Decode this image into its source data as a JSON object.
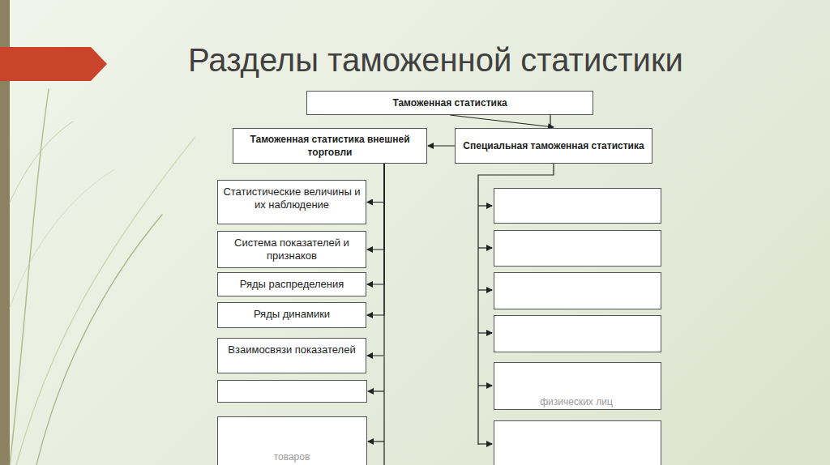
{
  "diagram": {
    "title": "Разделы таможенной статистики",
    "nodes": [
      {
        "text": [
          "Таможенная статистика"
        ]
      },
      {
        "text": [
          "Таможенная статистика внешней торговли"
        ]
      },
      {
        "text": [
          "Специальная таможенная статистика"
        ]
      },
      {
        "text": [
          "Статистические величины и их наблюдение"
        ]
      },
      {
        "text": [
          "Система показателей и признаков"
        ]
      },
      {
        "text": [
          "Ряды распределения"
        ]
      },
      {
        "text": [
          "Ряды динамики"
        ]
      },
      {
        "text": [
          "Взаимосвязи показателей"
        ]
      }
    ],
    "edges": [
      {
        "from": 0,
        "to": 1,
        "arrow": "to"
      },
      {
        "from": 0,
        "to": 2,
        "arrow": "to"
      },
      {
        "from": 1,
        "to": 3,
        "arrow": "to"
      },
      {
        "from": 1,
        "to": 4,
        "arrow": "to"
      },
      {
        "from": 1,
        "to": 5,
        "arrow": "to"
      },
      {
        "from": 1,
        "to": 6,
        "arrow": "to"
      },
      {
        "from": 1,
        "to": 7,
        "arrow": "to"
      }
    ],
    "labels": [
      "физических лиц",
      "товаров"
    ]
  }
}
